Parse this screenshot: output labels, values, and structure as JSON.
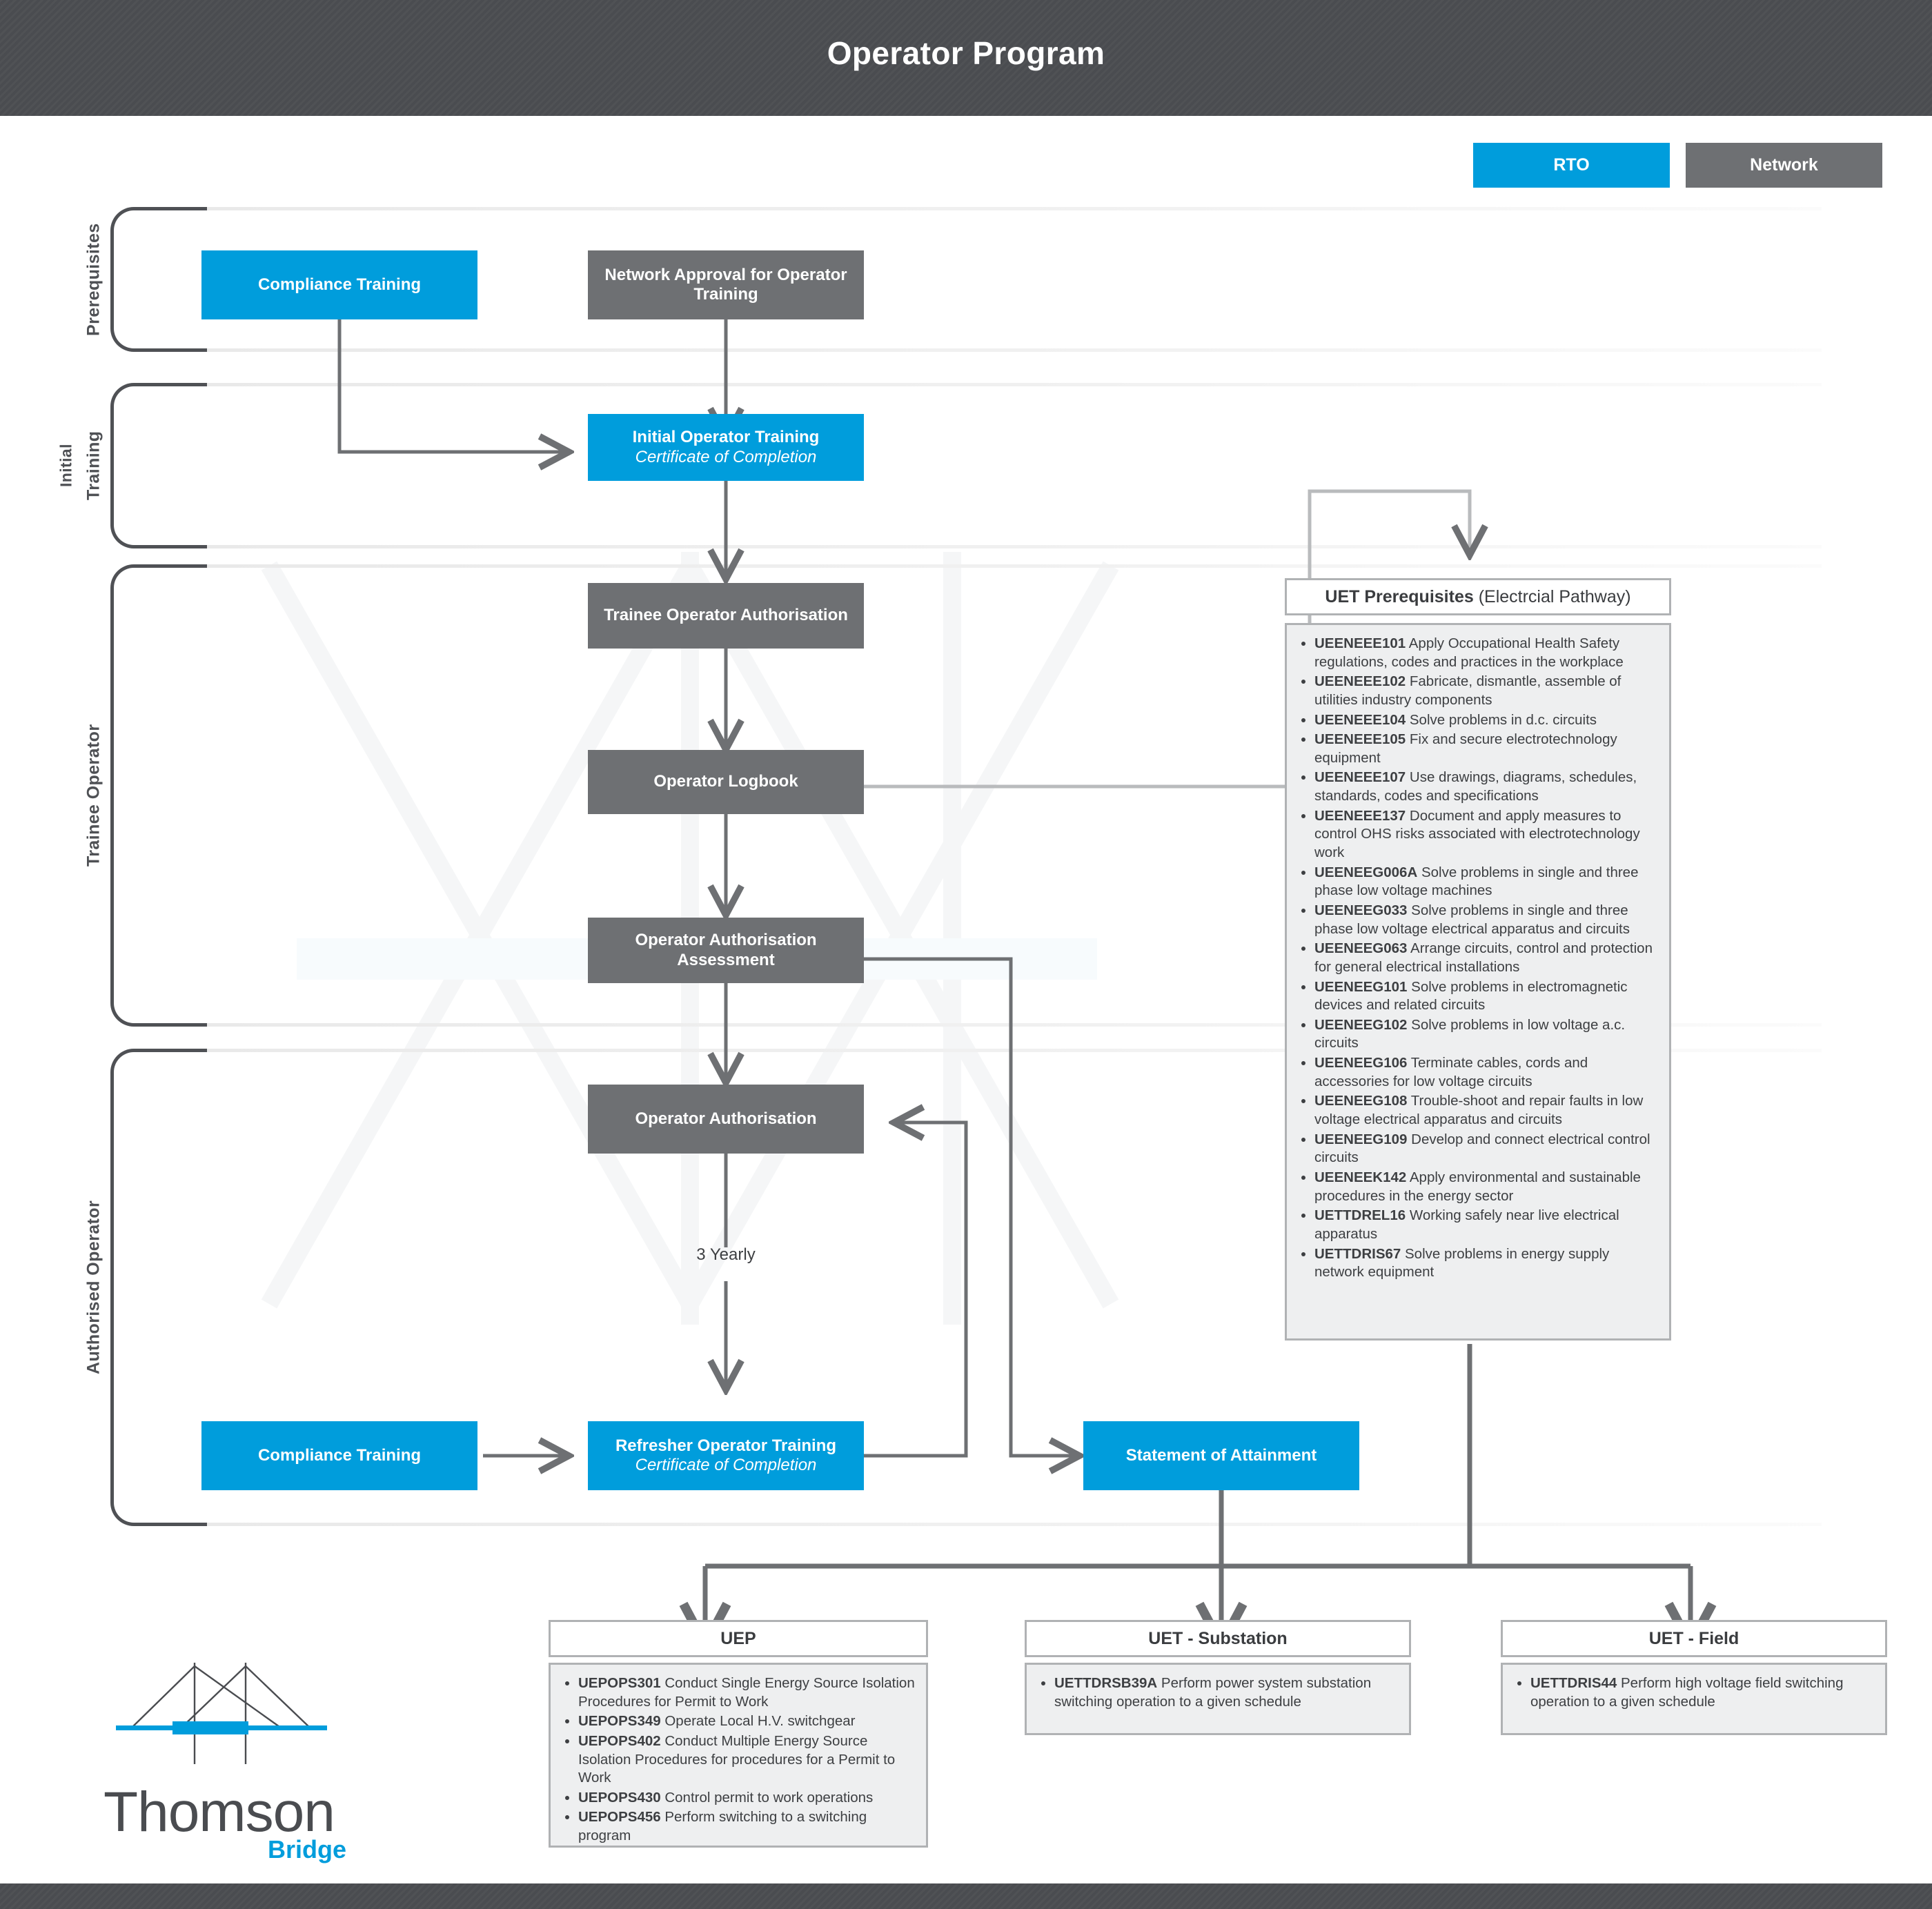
{
  "header": {
    "title": "Operator Program"
  },
  "legend": [
    {
      "key": "rto",
      "label": "RTO",
      "color": "#009ddc"
    },
    {
      "key": "network",
      "label": "Network",
      "color": "#6e7073"
    }
  ],
  "colors": {
    "rto_blue": "#009ddc",
    "network_grey": "#6e7073",
    "lane_outline": "#4f5155",
    "panel_border": "#b0b2b4",
    "panel_fill": "#eeeff0",
    "bar_dark": "#4a4c50"
  },
  "lanes": [
    {
      "key": "prerequisites",
      "label": "Prerequisites"
    },
    {
      "key": "initial-training",
      "label_line1": "Initial",
      "label_line2": "Training"
    },
    {
      "key": "trainee-operator",
      "label": "Trainee Operator"
    },
    {
      "key": "authorised-operator",
      "label": "Authorised Operator"
    }
  ],
  "nodes": {
    "compliance_training_1": {
      "label": "Compliance Training",
      "type": "rto"
    },
    "network_approval": {
      "label": "Network Approval for Operator Training",
      "type": "network"
    },
    "initial_operator_training": {
      "label": "Initial Operator Training",
      "sub": "Certificate of Completion",
      "type": "rto"
    },
    "trainee_operator_authorisation": {
      "label": "Trainee Operator Authorisation",
      "type": "network"
    },
    "operator_logbook": {
      "label": "Operator Logbook",
      "type": "network"
    },
    "operator_authorisation_assessment": {
      "label": "Operator Authorisation Assessment",
      "type": "network"
    },
    "operator_authorisation": {
      "label": "Operator Authorisation",
      "type": "network"
    },
    "compliance_training_2": {
      "label": "Compliance Training",
      "type": "rto"
    },
    "refresher_operator_training": {
      "label": "Refresher Operator Training",
      "sub": "Certificate of Completion",
      "type": "rto"
    },
    "statement_of_attainment": {
      "label": "Statement of Attainment",
      "type": "rto"
    }
  },
  "edge_labels": {
    "three_yearly": "3 Yearly"
  },
  "panels": {
    "uet_prerequisites": {
      "title_bold": "UET Prerequisites",
      "title_light": " (Electrcial Pathway)",
      "items": [
        {
          "code": "UEENEEE101",
          "text": " Apply Occupational Health Safety regulations, codes and practices in the workplace"
        },
        {
          "code": "UEENEEE102",
          "text": " Fabricate, dismantle, assemble of utilities industry components"
        },
        {
          "code": "UEENEEE104",
          "text": " Solve problems in d.c. circuits"
        },
        {
          "code": "UEENEEE105",
          "text": " Fix and secure electrotechnology equipment"
        },
        {
          "code": "UEENEEE107",
          "text": " Use drawings, diagrams, schedules, standards, codes and specifications"
        },
        {
          "code": "UEENEEE137",
          "text": " Document and apply measures to control OHS risks associated with electrotechnology work"
        },
        {
          "code": "UEENEEG006A",
          "text": " Solve problems in single and three phase low voltage machines"
        },
        {
          "code": "UEENEEG033",
          "text": " Solve problems in single and three phase low voltage electrical apparatus and circuits"
        },
        {
          "code": "UEENEEG063",
          "text": " Arrange circuits, control and protection for general electrical installations"
        },
        {
          "code": "UEENEEG101",
          "text": " Solve problems in electromagnetic devices and related circuits"
        },
        {
          "code": "UEENEEG102",
          "text": " Solve problems in low voltage a.c. circuits"
        },
        {
          "code": "UEENEEG106",
          "text": " Terminate cables, cords and accessories for low voltage circuits"
        },
        {
          "code": "UEENEEG108",
          "text": " Trouble-shoot and repair faults in low voltage electrical apparatus and circuits"
        },
        {
          "code": "UEENEEG109",
          "text": " Develop and connect electrical control circuits"
        },
        {
          "code": "UEENEEK142",
          "text": " Apply environmental and sustainable procedures in the energy sector"
        },
        {
          "code": "UETTDREL16",
          "text": " Working safely near live electrical apparatus"
        },
        {
          "code": "UETTDRIS67",
          "text": " Solve problems in energy supply network equipment"
        }
      ]
    },
    "uep": {
      "title": "UEP",
      "items": [
        {
          "code": "UEPOPS301",
          "text": " Conduct Single Energy Source Isolation Procedures for Permit to Work"
        },
        {
          "code": "UEPOPS349",
          "text": " Operate Local H.V. switchgear"
        },
        {
          "code": "UEPOPS402",
          "text": " Conduct Multiple Energy Source Isolation Procedures for procedures for a Permit to Work"
        },
        {
          "code": "UEPOPS430",
          "text": " Control permit to work operations"
        },
        {
          "code": "UEPOPS456",
          "text": " Perform switching to a switching program"
        }
      ]
    },
    "uet_substation": {
      "title": "UET - Substation",
      "items": [
        {
          "code": "UETTDRSB39A",
          "text": " Perform power system substation switching operation to a given schedule"
        }
      ]
    },
    "uet_field": {
      "title": "UET - Field",
      "items": [
        {
          "code": "UETTDRIS44",
          "text": " Perform high voltage field switching operation to a given schedule"
        }
      ]
    }
  },
  "logo": {
    "word": "Thomson",
    "sub": "Bridge"
  }
}
